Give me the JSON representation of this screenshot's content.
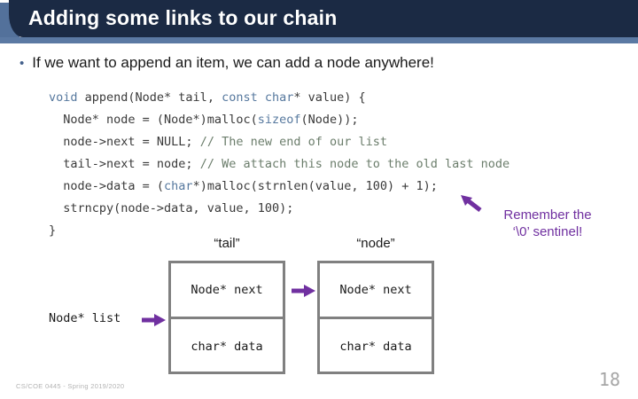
{
  "header": {
    "title": "Adding some links to our chain"
  },
  "bullet": {
    "marker": "•",
    "text": "If we want to append an item, we can add a node anywhere!"
  },
  "code": {
    "lines": [
      [
        {
          "t": "void",
          "c": "kw"
        },
        {
          "t": " append(Node* tail, ",
          "c": "d"
        },
        {
          "t": "const",
          "c": "kw"
        },
        {
          "t": " ",
          "c": "d"
        },
        {
          "t": "char",
          "c": "kw"
        },
        {
          "t": "* value) {",
          "c": "d"
        }
      ],
      [
        {
          "t": "  Node* node = (Node*)malloc(",
          "c": "d"
        },
        {
          "t": "sizeof",
          "c": "kw"
        },
        {
          "t": "(Node));",
          "c": "d"
        }
      ],
      [
        {
          "t": "  node->next = NULL; ",
          "c": "d"
        },
        {
          "t": "// The new end of our list",
          "c": "cm"
        }
      ],
      [
        {
          "t": "  tail->next = node; ",
          "c": "d"
        },
        {
          "t": "// We attach this node to the old last node",
          "c": "cm"
        }
      ],
      [
        {
          "t": "  node->data = (",
          "c": "d"
        },
        {
          "t": "char",
          "c": "kw"
        },
        {
          "t": "*)malloc(strnlen(value, 100) + 1);",
          "c": "d"
        }
      ],
      [
        {
          "t": "  strncpy(node->data, value, 100);",
          "c": "d"
        }
      ],
      [
        {
          "t": "}",
          "c": "d"
        }
      ]
    ]
  },
  "annotation": {
    "line1": "Remember the",
    "line2": "‘\\0’  sentinel!"
  },
  "diagram": {
    "tail_label": "“tail”",
    "node_label": "“node”",
    "list_label": "Node* list",
    "boxes": [
      {
        "next": "Node* next",
        "data": "char* data"
      },
      {
        "next": "Node* next",
        "data": "char* data"
      }
    ]
  },
  "footer": {
    "course": "CS/COE 0445  -  Spring 2019/2020",
    "page_number": "18"
  },
  "colors": {
    "header_navy": "#1b2a44",
    "header_blue": "#5b79a3",
    "keyword_blue": "#56789e",
    "comment_green": "#6b7d6b",
    "code_default": "#3a3a3a",
    "annotation_purple": "#7030a0",
    "box_border_gray": "#808080",
    "footer_gray": "#a6a6a6"
  }
}
